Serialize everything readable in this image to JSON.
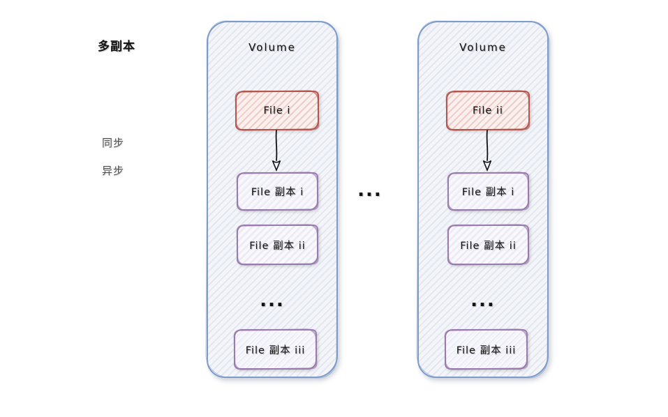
{
  "labels": {
    "title": "多副本",
    "sync": "同步",
    "async": "异步",
    "between_volumes_ellipsis": "..."
  },
  "volumes": [
    {
      "title": "Volume",
      "file_label": "File i",
      "replicas": [
        "File 副本 i",
        "File 副本 ii",
        "File 副本 iii"
      ],
      "ellipsis": "..."
    },
    {
      "title": "Volume",
      "file_label": "File ii",
      "replicas": [
        "File 副本 i",
        "File 副本 ii",
        "File 副本 iii"
      ],
      "ellipsis": "..."
    }
  ],
  "icons": {
    "arrow_down": "arrow-down-icon"
  },
  "colors": {
    "volume_border": "#7d9cc9",
    "volume_fill": "#f4f5f9",
    "file_border": "#b2564f",
    "file_fill": "#f9eeec",
    "replica_border": "#9a7bad",
    "replica_fill": "#f2f1f7",
    "arrow": "#111111",
    "title_text": "#121212",
    "side_label_text": "#4f4f4f",
    "background": "#ffffff"
  }
}
